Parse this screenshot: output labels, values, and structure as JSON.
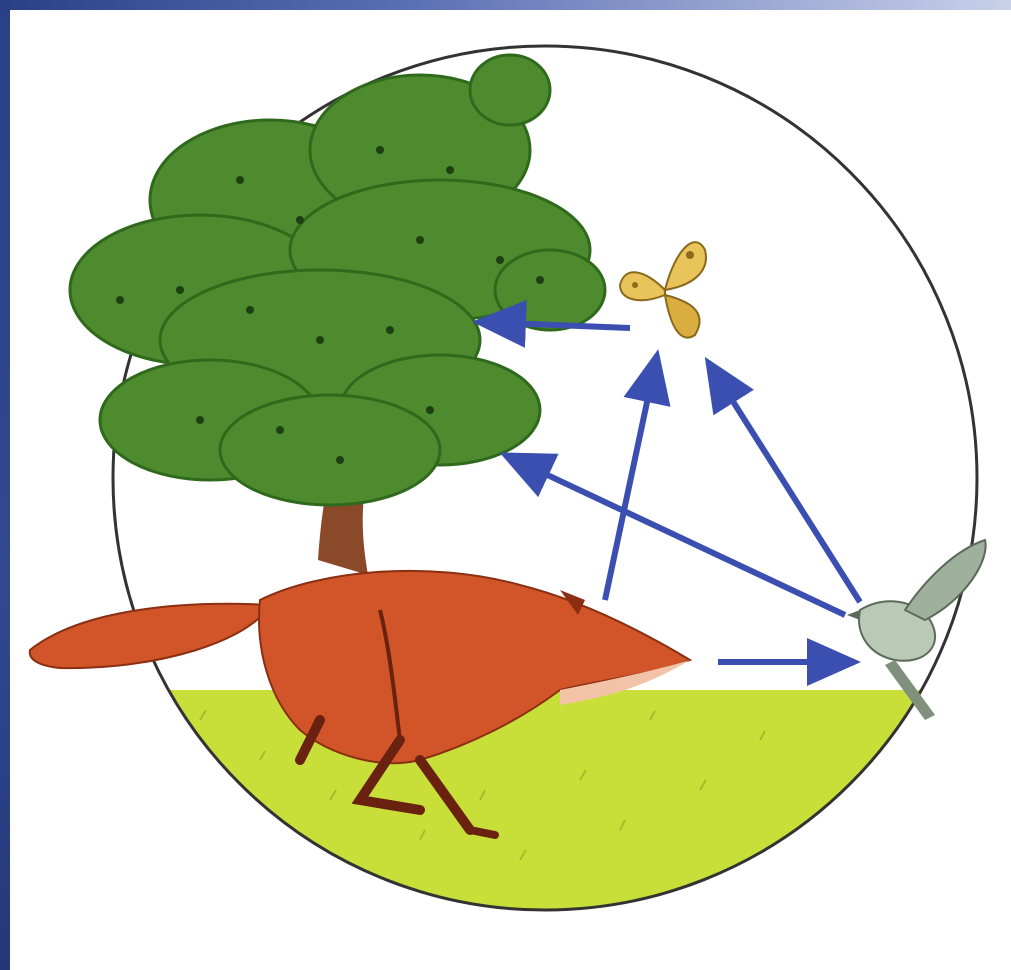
{
  "diagram": {
    "type": "food-web-illustration",
    "nodes": [
      {
        "id": "tree",
        "icon": "oak-tree-icon"
      },
      {
        "id": "butterfly",
        "icon": "butterfly-icon"
      },
      {
        "id": "fox",
        "icon": "fox-icon"
      },
      {
        "id": "bird",
        "icon": "bird-icon"
      }
    ],
    "edges": [
      {
        "from": "butterfly",
        "to": "tree"
      },
      {
        "from": "fox",
        "to": "butterfly"
      },
      {
        "from": "bird",
        "to": "butterfly"
      },
      {
        "from": "bird",
        "to": "tree"
      },
      {
        "from": "fox",
        "to": "bird"
      }
    ]
  },
  "colors": {
    "frame": "#2b3f87",
    "arrow": "#3b4fb0",
    "circle": "#333333",
    "grass": "#c8df3a",
    "foliage": "#4e8b2e",
    "foliage_dark": "#2f6a1c",
    "trunk": "#8a4a2a",
    "fox": "#d2552a",
    "fox_light": "#f2c3a6",
    "butterfly": "#e8c45a",
    "bird": "#b9c9b6"
  }
}
